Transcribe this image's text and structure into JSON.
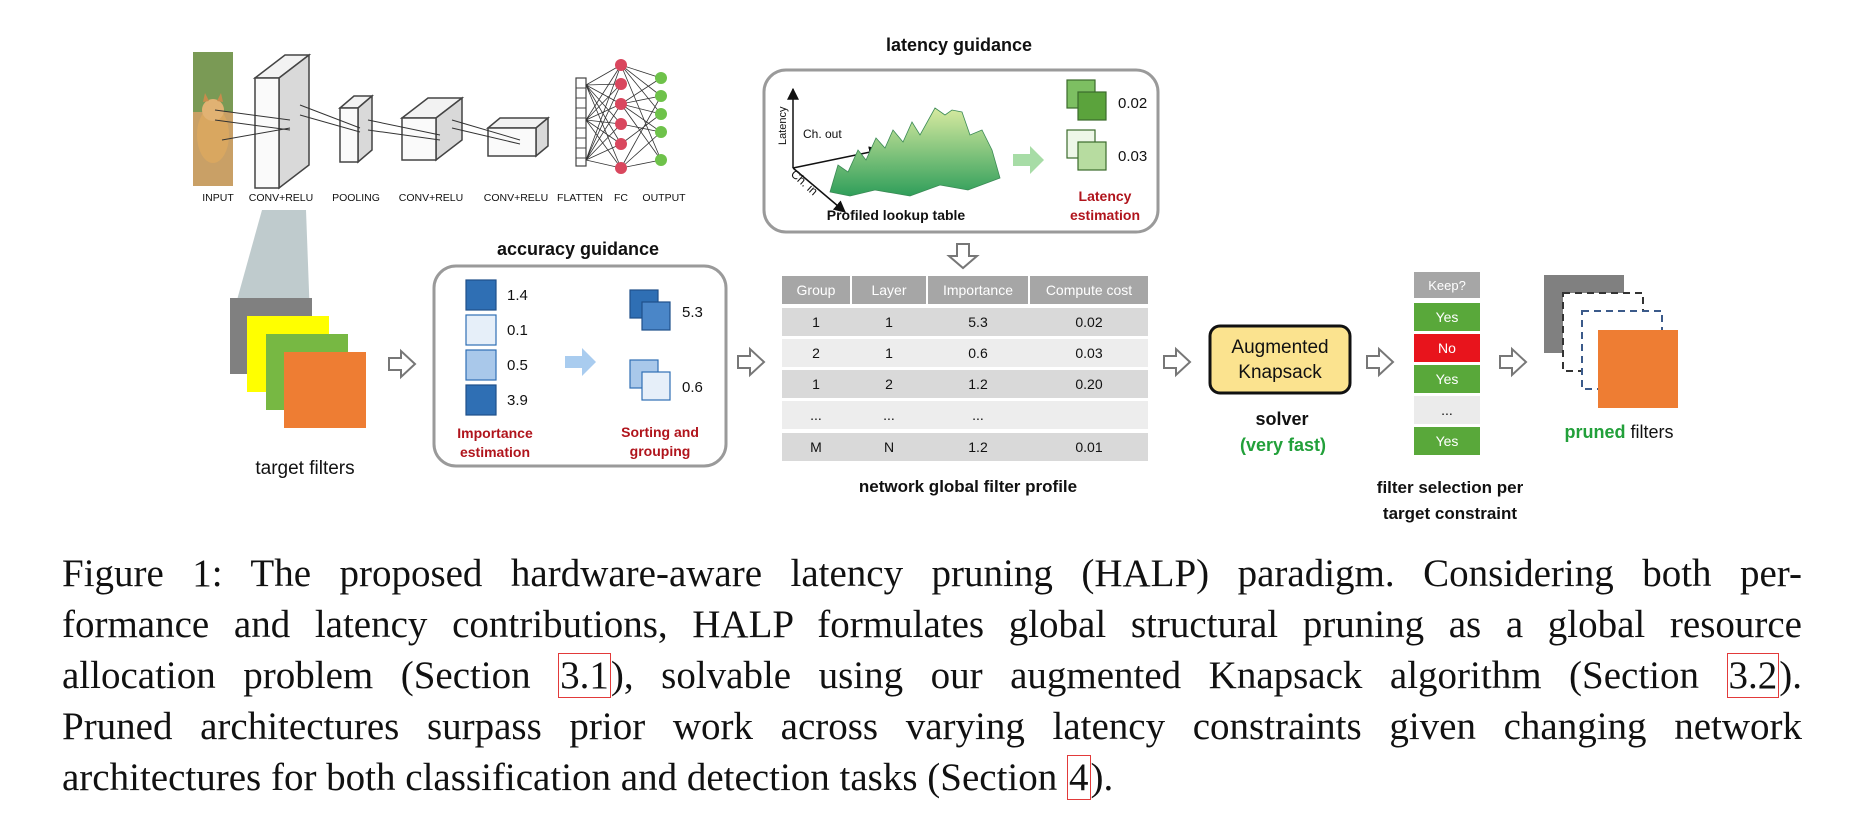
{
  "cnn": {
    "labels": [
      "INPUT",
      "CONV+RELU",
      "POOLING",
      "CONV+RELU",
      "CONV+RELU",
      "FLATTEN",
      "FC",
      "OUTPUT"
    ]
  },
  "target_filters": {
    "label": "target filters"
  },
  "accuracy_guidance": {
    "title": "accuracy guidance",
    "scores": [
      "1.4",
      "0.1",
      "0.5",
      "3.9"
    ],
    "group_scores": [
      "5.3",
      "0.6"
    ],
    "importance_label_1": "Importance",
    "importance_label_2": "estimation",
    "sorting_label_1": "Sorting and",
    "sorting_label_2": "grouping"
  },
  "latency_guidance": {
    "title": "latency guidance",
    "axis_latency": "Latency",
    "axis_ch_out": "Ch. out",
    "axis_ch_in": "Ch. in",
    "table_label": "Profiled lookup table",
    "values": [
      "0.02",
      "0.03"
    ],
    "estimation_label_1": "Latency",
    "estimation_label_2": "estimation"
  },
  "profile_table": {
    "headers": [
      "Group",
      "Layer",
      "Importance",
      "Compute cost"
    ],
    "rows": [
      [
        "1",
        "1",
        "5.3",
        "0.02"
      ],
      [
        "2",
        "1",
        "0.6",
        "0.03"
      ],
      [
        "1",
        "2",
        "1.2",
        "0.20"
      ],
      [
        "...",
        "...",
        "...",
        ""
      ],
      [
        "M",
        "N",
        "1.2",
        "0.01"
      ]
    ],
    "caption": "network global filter profile"
  },
  "solver": {
    "line1": "Augmented",
    "line2": "Knapsack",
    "label": "solver",
    "speed": "(very fast)"
  },
  "keep_column": {
    "header": "Keep?",
    "cells": [
      "Yes",
      "No",
      "Yes",
      "...",
      "Yes"
    ],
    "caption_1": "filter selection per",
    "caption_2": "target constraint"
  },
  "pruned": {
    "word_green": "pruned",
    "word": " filters"
  },
  "caption": {
    "line1": "Figure 1: The proposed hardware-aware latency pruning (HALP) paradigm. Considering both per-",
    "line2": "formance and latency contributions, HALP formulates global structural pruning as a global resource",
    "line3a": "allocation problem (Section ",
    "ref1": "3.1",
    "line3b": "), solvable using our augmented Knapsack algorithm (Section ",
    "ref2": "3.2",
    "line3c": ").",
    "line4": "Pruned architectures surpass prior work across varying latency constraints given changing network",
    "line5a": "architectures for both classification and detection tasks (Section ",
    "ref3": "4",
    "line5b": ")."
  },
  "colors": {
    "blue_dark": "#2f6fb4",
    "blue_light": "#c5dbf1",
    "green_yes": "#59a83a",
    "red_no": "#e8141c",
    "knapsack_fill": "#fbe38f",
    "filter_orange": "#ee7d33",
    "filter_yellow": "#ffff00",
    "filter_green": "#77b843",
    "filter_gray": "#808080"
  }
}
